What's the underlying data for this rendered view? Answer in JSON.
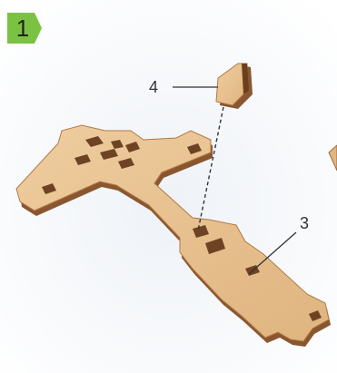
{
  "step": {
    "number": "1",
    "badge_color": "#7cc242"
  },
  "callouts": [
    {
      "label": "4",
      "part": "small-wedge-piece"
    },
    {
      "label": "3",
      "part": "cross-frame-piece"
    }
  ],
  "colors": {
    "wood_face": "#e8c190",
    "wood_edge": "#a06a3c",
    "wood_shadow": "#6b3f1e",
    "hole": "#6d4324",
    "leader": "#333333",
    "bg_fade": "#f3f6fa"
  }
}
